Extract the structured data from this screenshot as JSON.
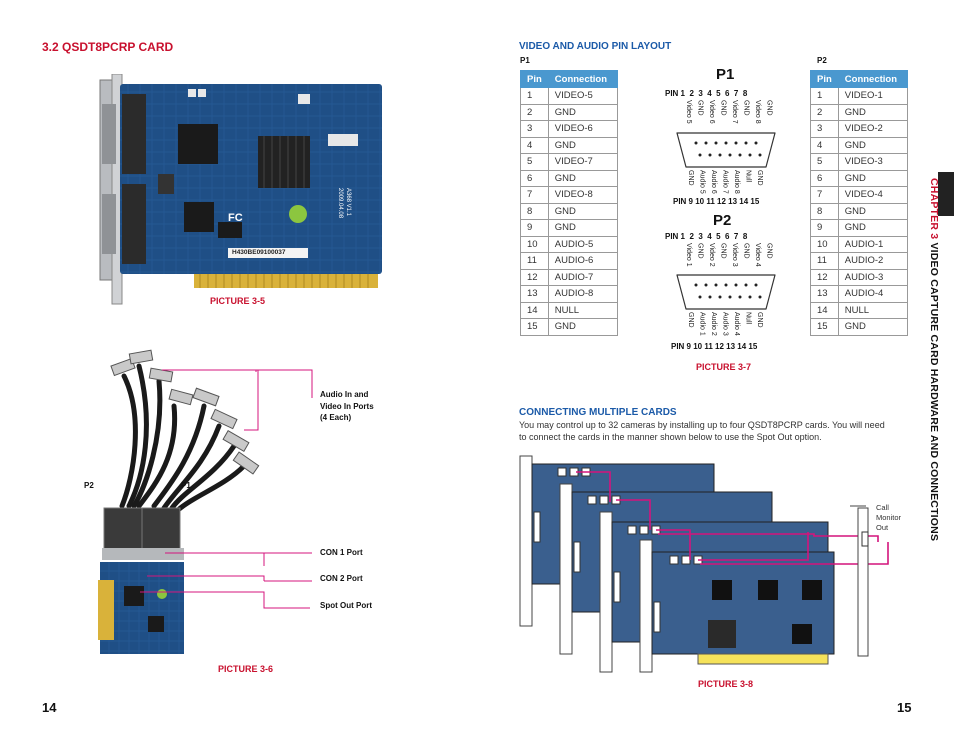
{
  "left": {
    "section_title": "3.2 QSDT8PCRP CARD",
    "picture_5_caption": "PICTURE 3-5",
    "picture_6_caption": "PICTURE 3-6",
    "callouts": {
      "audio_video": [
        "Audio In and",
        "Video In Ports",
        "(4 Each)"
      ],
      "con1": "CON 1 Port",
      "con2": "CON 2 Port",
      "spot": "Spot Out Port",
      "p2": "P2",
      "p1": "P1"
    },
    "card_labels": {
      "fc": "FC",
      "serial": "H430BE09100037",
      "model": [
        "A368 V1.1",
        "2009.04.08"
      ]
    },
    "page_number": "14"
  },
  "right": {
    "pin_layout_title": "VIDEO AND AUDIO PIN LAYOUT",
    "p1_label": "P1",
    "p2_label": "P2",
    "table_headers": [
      "Pin",
      "Connection"
    ],
    "p1_rows": [
      [
        "1",
        "VIDEO-5"
      ],
      [
        "2",
        "GND"
      ],
      [
        "3",
        "VIDEO-6"
      ],
      [
        "4",
        "GND"
      ],
      [
        "5",
        "VIDEO-7"
      ],
      [
        "6",
        "GND"
      ],
      [
        "7",
        "VIDEO-8"
      ],
      [
        "8",
        "GND"
      ],
      [
        "9",
        "GND"
      ],
      [
        "10",
        "AUDIO-5"
      ],
      [
        "11",
        "AUDIO-6"
      ],
      [
        "12",
        "AUDIO-7"
      ],
      [
        "13",
        "AUDIO-8"
      ],
      [
        "14",
        "NULL"
      ],
      [
        "15",
        "GND"
      ]
    ],
    "p2_rows": [
      [
        "1",
        "VIDEO-1"
      ],
      [
        "2",
        "GND"
      ],
      [
        "3",
        "VIDEO-2"
      ],
      [
        "4",
        "GND"
      ],
      [
        "5",
        "VIDEO-3"
      ],
      [
        "6",
        "GND"
      ],
      [
        "7",
        "VIDEO-4"
      ],
      [
        "8",
        "GND"
      ],
      [
        "9",
        "GND"
      ],
      [
        "10",
        "AUDIO-1"
      ],
      [
        "11",
        "AUDIO-2"
      ],
      [
        "12",
        "AUDIO-3"
      ],
      [
        "13",
        "AUDIO-4"
      ],
      [
        "14",
        "NULL"
      ],
      [
        "15",
        "GND"
      ]
    ],
    "diagram": {
      "p1_title": "P1",
      "p2_title": "P2",
      "top_pins": "PIN 1  2  3  4  5  6  7  8",
      "bottom_pins": "PIN 9 10 11 12 13 14 15",
      "p1_top_labels": [
        "Video 5",
        "GND",
        "Video 6",
        "GND",
        "Video 7",
        "GND",
        "Video 8",
        "GND"
      ],
      "p1_bottom_labels": [
        "GND",
        "Audio 5",
        "Audio 6",
        "Audio 7",
        "Audio 8",
        "Null",
        "GND"
      ],
      "p2_top_labels": [
        "Video 1",
        "GND",
        "Video 2",
        "GND",
        "Video 3",
        "GND",
        "Video 4",
        "GND"
      ],
      "p2_bottom_labels": [
        "GND",
        "Audio 1",
        "Audio 2",
        "Audio 3",
        "Audio 4",
        "Null",
        "GND"
      ]
    },
    "picture_7_caption": "PICTURE 3-7",
    "multiple_title": "CONNECTING MULTIPLE CARDS",
    "multiple_body": [
      "You may control up to 32 cameras by installing up to four QSDT8PCRP cards. You will need",
      "to connect the cards in the manner shown below to use the Spot Out option."
    ],
    "call_monitor": [
      "Call",
      "Monitor",
      "Out"
    ],
    "picture_8_caption": "PICTURE 3-8",
    "page_number": "15"
  },
  "side_tab": {
    "chapter": "CHAPTER 3",
    "title": "VIDEO CAPTURE CARD HARDWARE AND CONNECTIONS"
  },
  "colors": {
    "red": "#c8102e",
    "blue_title": "#1b5aa8",
    "table_header": "#4a98cf",
    "pcb": "#3a5f8e",
    "pink_cable": "#d4147c"
  }
}
